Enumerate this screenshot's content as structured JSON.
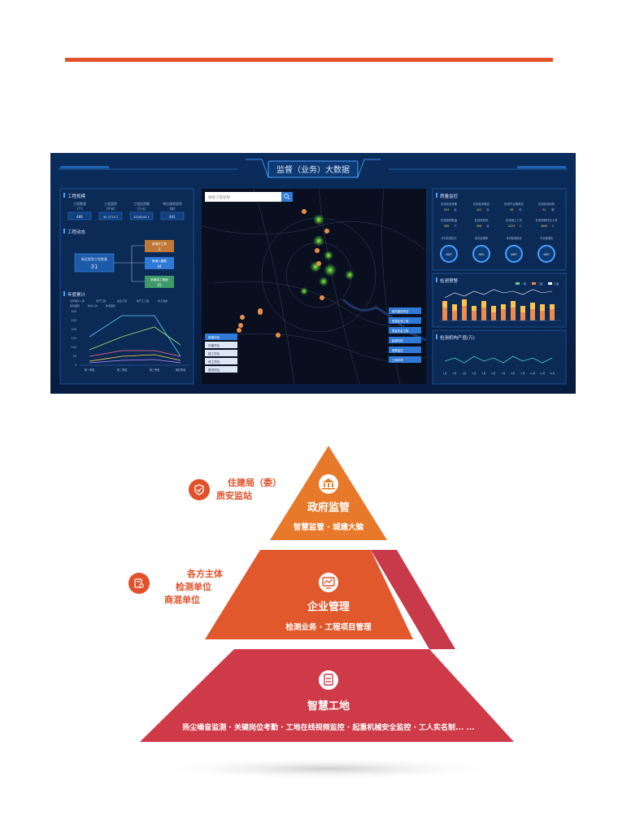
{
  "dashboard": {
    "title": "监督（业务）大数据",
    "search": {
      "placeholder": "搜索工程名称"
    },
    "left": {
      "section1_title": "工程规模",
      "stats": [
        {
          "label": "工程数量",
          "unit": "(个)",
          "value": "489"
        },
        {
          "label": "工程面积",
          "unit": "(平米)",
          "value": "44 3715.1"
        },
        {
          "label": "工程投资额",
          "unit": "(万元)",
          "value": "3216245.1"
        },
        {
          "label": "单位建筑面积",
          "unit": "(栋)",
          "value": "841"
        }
      ],
      "section2_title": "工程动态",
      "flow": {
        "root_label": "新近报到工程数量",
        "root_value": "31",
        "branches": [
          {
            "label": "新增开工数",
            "value": "2"
          },
          {
            "label": "新增入管数",
            "value": "44"
          },
          {
            "label": "新增竣工备案",
            "value": "25"
          }
        ]
      },
      "section3_title": "年度累计",
      "legend": [
        "当年累计入库",
        "未开工数",
        "在建工程",
        "新开工工程",
        "竣工验收",
        "建筑面积",
        "新增入管",
        "新增面积"
      ],
      "x_labels": [
        "第一季度",
        "第二季度",
        "第三季度",
        "第四季度"
      ],
      "y_ticks": [
        "300",
        "250",
        "200",
        "150",
        "100",
        "50",
        "0"
      ]
    },
    "right": {
      "section1_title": "质量监控",
      "kpis": [
        {
          "label": "在线检测设备",
          "value": "254",
          "unit": "台"
        },
        {
          "label": "在线检测报告",
          "value": "422",
          "unit": "份"
        },
        {
          "label": "检测不合格报告",
          "value": "58",
          "unit": "份"
        },
        {
          "label": "在线检测机构",
          "value": "31",
          "unit": "家"
        },
        {
          "label": "在线视频数量",
          "value": "566",
          "unit": "个"
        },
        {
          "label": "在线考勤机",
          "value": "566",
          "unit": "台"
        },
        {
          "label": "在场施工人员",
          "value": "4223",
          "unit": "人"
        },
        {
          "label": "在场特种作业人员",
          "value": "3600",
          "unit": "人"
        }
      ],
      "gauges": [
        {
          "label": "本月检测批次",
          "value": "4667"
        },
        {
          "label": "检测合格率",
          "value": "98%"
        },
        {
          "label": "本月检测报告",
          "value": "4667"
        },
        {
          "label": "不合格报告",
          "value": "4667"
        }
      ],
      "section2_title": "检测预警",
      "section2_legend": [
        "一级",
        "二级",
        "三级"
      ],
      "section3_title": "检测机构产值(万)",
      "months": [
        "1月",
        "2月",
        "3月",
        "4月",
        "5月",
        "6月",
        "7月",
        "8月",
        "9月",
        "10月",
        "11月",
        "12月"
      ]
    },
    "map": {
      "buttons_left": [
        "新建项目",
        "在建项目",
        "竣工项目",
        "停工项目",
        "整改项目"
      ],
      "buttons_right": [
        "城市建设项目",
        "质量检测工程",
        "质量安全工程",
        "起重机械",
        "视频监控",
        "工地环境"
      ]
    }
  },
  "pyramid": {
    "top": {
      "title": "政府监管",
      "subtitle": "智慧监管 · 城建大脑"
    },
    "middle": {
      "title": "企业管理",
      "subtitle": "检测业务 · 工程项目管理"
    },
    "bottom": {
      "title": "智慧工地",
      "subtitle": "扬尘噪音监测 · 关键岗位考勤 · 工地在线视频监控 · 起重机械安全监控 · 工人实名制... ..."
    }
  },
  "side_labels": {
    "top": [
      "住建局（委）",
      "质安监站"
    ],
    "middle": [
      "各方主体",
      "检测单位",
      "商混单位"
    ]
  },
  "colors": {
    "accent": "#e2512a",
    "top": "#e8782a",
    "middle": "#e2582d",
    "bottom": "#cf3a48",
    "shadow": "#d23a4a"
  }
}
